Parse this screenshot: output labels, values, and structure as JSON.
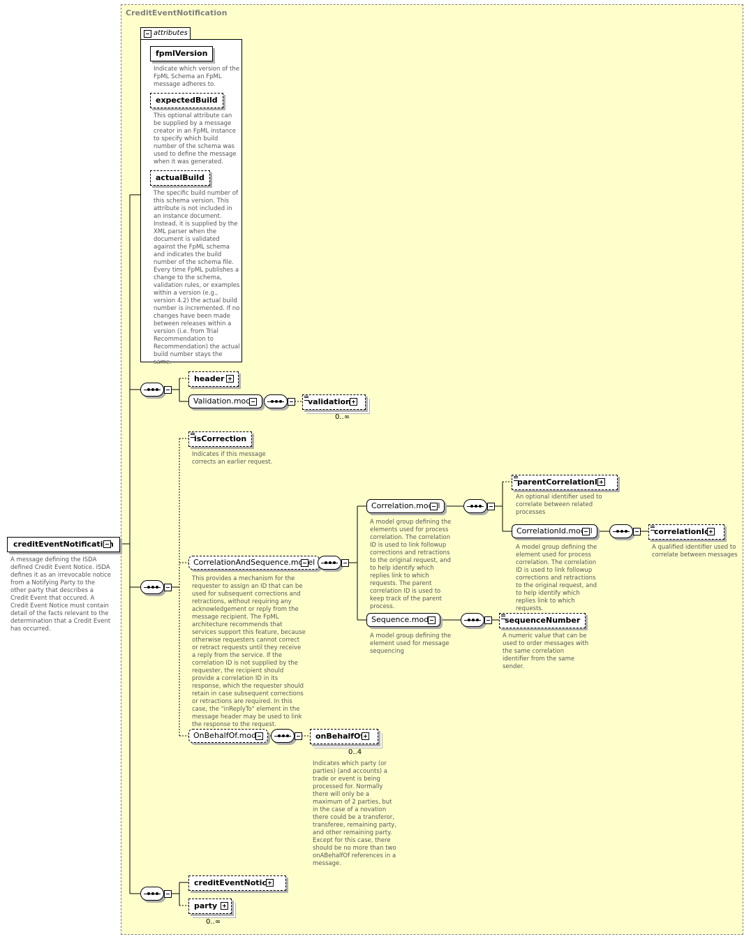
{
  "type_name": "CreditEventNotification",
  "root": {
    "name": "creditEventNotification",
    "description": "A message defining the ISDA defined Credit Event Notice. ISDA defines it as an irrevocable notice from a Notifying Party to the other party that describes a Credit Event that occured. A Credit Event Notice must contain detail of the facts relevant to the determination that a Credit Event has occurred."
  },
  "attributes": {
    "label": "attributes",
    "items": [
      {
        "name": "fpmlVersion",
        "description": "Indicate which version of the FpML Schema an FpML message adheres to."
      },
      {
        "name": "expectedBuild",
        "description": "This optional attribute can be supplied by a message creator in an FpML instance to specify which build number of the schema was used to define the message when it was generated."
      },
      {
        "name": "actualBuild",
        "description": "The specific build number of this schema version. This attribute is not included in an instance document. Instead, it is supplied by the XML parser when the document is validated against the FpML schema and indicates the build number of the schema file. Every time FpML publishes a change to the schema, validation rules, or examples within a version (e.g., version 4.2) the actual build number is incremented. If no changes have been made between releases within a version (i.e. from Trial Recommendation to Recommendation) the actual build number stays the same."
      }
    ]
  },
  "elements": {
    "header": {
      "name": "header"
    },
    "validation_model": {
      "name": "Validation.model"
    },
    "validation": {
      "name": "validation",
      "cardinality": "0..∞"
    },
    "isCorrection": {
      "name": "isCorrection",
      "description": "Indicates if this message corrects an earlier request."
    },
    "correlationAndSequence": {
      "name": "CorrelationAndSequence.model",
      "description": "This provides a mechanism for the requester to assign an ID that can be used for subsequent corrections and retractions, without requiring any acknowledgement or reply from the message recipient. The FpML architecture recommends that services support this feature, because otherwise requesters cannot correct or retract requests until they receive a reply from the service. If the correlation ID is not supplied by the requester, the recipient should provide a correlation ID in its response, which the requester should retain in case subsequent corrections or retractions are required. In this case, the \"inReplyTo\" element in the message header may be used to link the response to the request."
    },
    "correlation_model": {
      "name": "Correlation.model",
      "description": "A model group defining the elements used for process correlation. The correlation ID is used to link followup corrections and retractions to the original request, and to help identify which replies link to which requests. The parent correlation ID is used to keep track of the parent process."
    },
    "parentCorrelationId": {
      "name": "parentCorrelationId",
      "description": "An optional identifier used to correlate between related processes"
    },
    "correlationId_model": {
      "name": "CorrelationId.model",
      "description": "A model group defining the element used for process correlation. The correlation ID is used to link followup corrections and retractions to the original request, and to help identify which replies link to which requests."
    },
    "correlationId": {
      "name": "correlationId",
      "description": "A qualified identifier used to correlate between messages"
    },
    "sequence_model": {
      "name": "Sequence.model",
      "description": "A model group defining the element used for message sequencing"
    },
    "sequenceNumber": {
      "name": "sequenceNumber",
      "description": "A numeric value that can be used to order messages with the same correlation identifier from the same sender."
    },
    "onBehalfOf_model": {
      "name": "OnBehalfOf.model"
    },
    "onBehalfOf": {
      "name": "onBehalfOf",
      "cardinality": "0..4",
      "description": "Indicates which party (or parties) (and accounts) a trade or event is being processed for. Normally there will only be a maximum of 2 parties, but in the case of a novation there could be a transferor, transferee, remaining party, and other remaining party. Except for this case, there should be no more than two onABehalfOf references in a message."
    },
    "creditEventNotice": {
      "name": "creditEventNotice"
    },
    "party": {
      "name": "party",
      "cardinality": "0..∞"
    }
  }
}
